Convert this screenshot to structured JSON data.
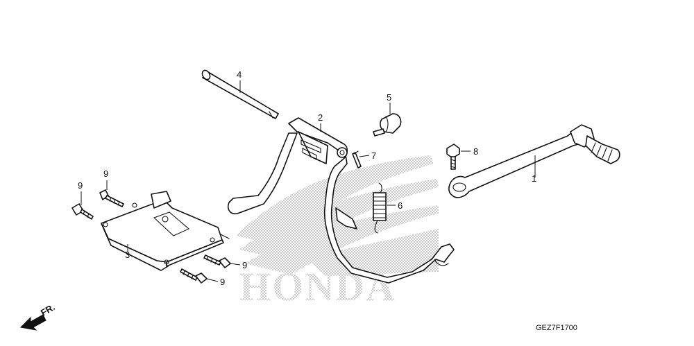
{
  "diagram": {
    "brand_watermark": "HONDA",
    "drawing_code": "GEZ7F1700",
    "front_indicator": "FR.",
    "callouts": [
      "1",
      "2",
      "3",
      "4",
      "5",
      "6",
      "7",
      "8",
      "9",
      "9",
      "9",
      "9"
    ]
  }
}
